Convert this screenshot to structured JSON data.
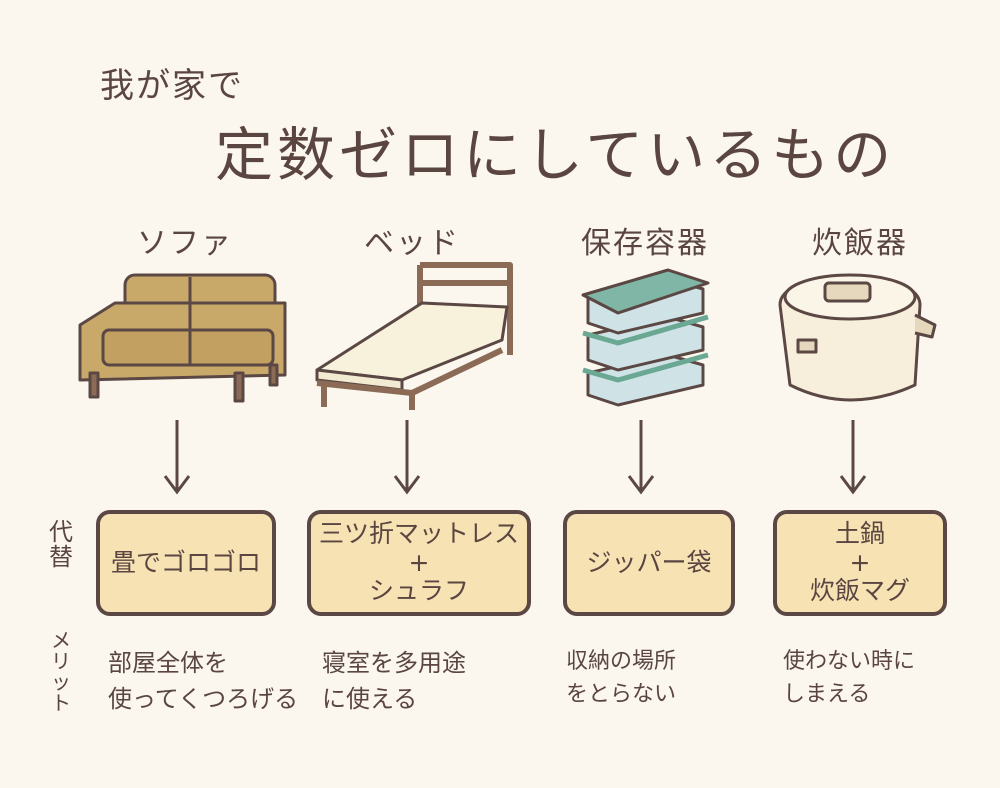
{
  "header": {
    "subtitle": "我が家で",
    "title": "定数ゼロにしているもの"
  },
  "labels": {
    "alternative": "代替",
    "merit": "メリット"
  },
  "items": [
    {
      "category": "ソファ",
      "alternative": [
        "畳でゴロゴロ"
      ],
      "merit": [
        "部屋全体を",
        "使ってくつろげる"
      ]
    },
    {
      "category": "ベッド",
      "alternative": [
        "三ツ折マットレス",
        "+",
        "シュラフ"
      ],
      "merit": [
        "寝室を多用途",
        "に使える"
      ]
    },
    {
      "category": "保存容器",
      "alternative": [
        "ジッパー袋"
      ],
      "merit": [
        "収納の場所",
        "をとらない"
      ]
    },
    {
      "category": "炊飯器",
      "alternative": [
        "土鍋",
        "+",
        "炊飯マグ"
      ],
      "merit": [
        "使わない時に",
        "しまえる"
      ]
    }
  ],
  "colors": {
    "ink": "#5a4541",
    "box": "#f6e2b3",
    "background": "#fbf7ef"
  }
}
